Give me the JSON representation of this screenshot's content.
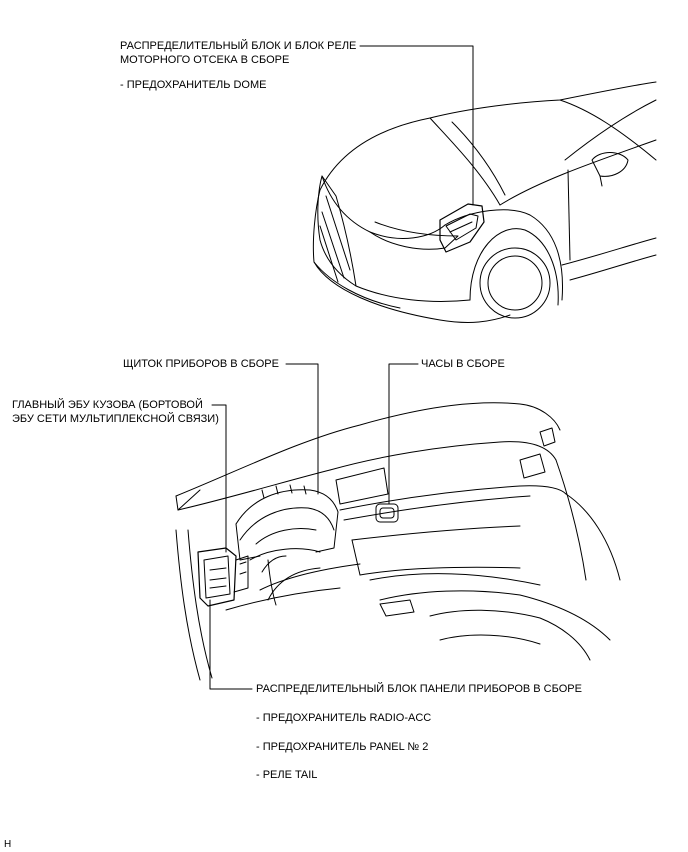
{
  "engine_block": {
    "title_line1": "РАСПРЕДЕЛИТЕЛЬНЫЙ БЛОК И БЛОК РЕЛЕ",
    "title_line2": "МОТОРНОГО ОТСЕКА В СБОРЕ",
    "items": [
      "- ПРЕДОХРАНИТЕЛЬ DOME"
    ]
  },
  "instrument_cluster": {
    "label": "ЩИТОК ПРИБОРОВ В СБОРЕ"
  },
  "clock": {
    "label": "ЧАСЫ В СБОРЕ"
  },
  "main_body_ecu": {
    "line1": "ГЛАВНЫЙ ЭБУ КУЗОВА (БОРТОВОЙ",
    "line2": "ЭБУ СЕТИ МУЛЬТИПЛЕКСНОЙ СВЯЗИ)"
  },
  "panel_junction_block": {
    "title": "РАСПРЕДЕЛИТЕЛЬНЫЙ БЛОК ПАНЕЛИ ПРИБОРОВ В СБОРЕ",
    "items": [
      "- ПРЕДОХРАНИТЕЛЬ RADIO-ACC",
      "- ПРЕДОХРАНИТЕЛЬ PANEL № 2",
      "- РЕЛЕ TAIL"
    ]
  },
  "footer_code": "H"
}
